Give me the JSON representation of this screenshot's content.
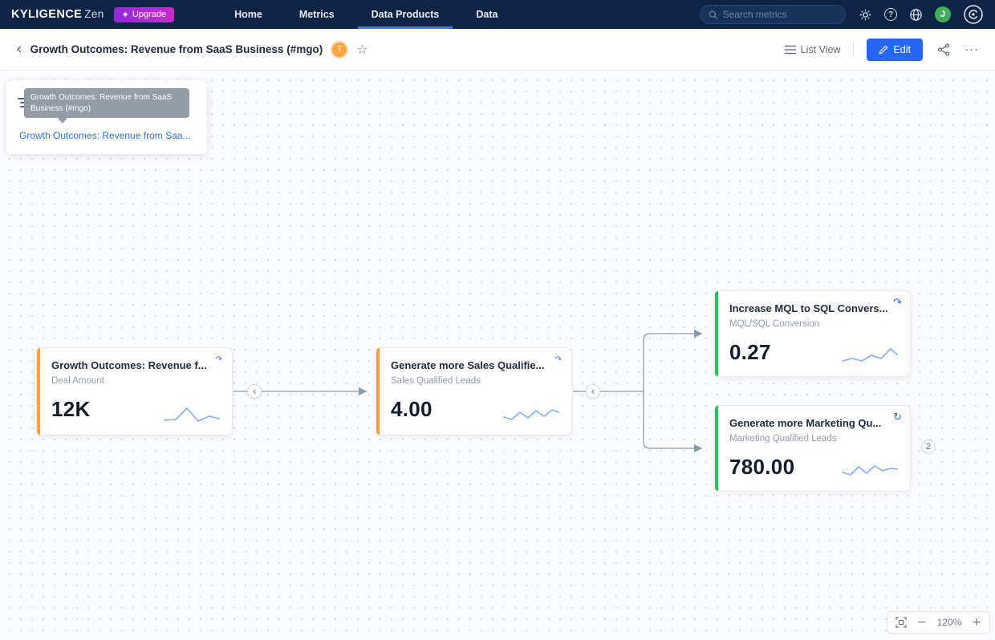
{
  "navbar": {
    "brand": "KYLIGENCE",
    "brand_suffix": "Zen",
    "upgrade_icon": "✦",
    "upgrade_label": "Upgrade",
    "items": [
      {
        "label": "Home"
      },
      {
        "label": "Metrics"
      },
      {
        "label": "Data Products"
      },
      {
        "label": "Data"
      }
    ],
    "search_placeholder": "Search metrics",
    "avatar_initial": "J"
  },
  "header": {
    "back_glyph": "‹",
    "title": "Growth Outcomes: Revenue from SaaS Business (#mgo)",
    "badge_initial": "T",
    "star_glyph": "☆",
    "list_view_label": "List View",
    "edit_label": "Edit",
    "more_glyph": "···"
  },
  "tree_panel": {
    "tooltip": "Growth Outcomes: Revenue from SaaS Business (#mgo)",
    "selected_link": "Growth Outcomes: Revenue from Saa..."
  },
  "canvas": {
    "collapse_glyph": "‹",
    "count_badge": "2",
    "nodes": [
      {
        "title": "Growth Outcomes: Revenue f...",
        "subtitle": "Deal Amount",
        "value": "12K",
        "accent": "#ffa03c",
        "mark_glyph": "↷"
      },
      {
        "title": "Generate more Sales Qualifie...",
        "subtitle": "Sales Qualified Leads",
        "value": "4.00",
        "accent": "#ffa03c",
        "mark_glyph": "↷"
      },
      {
        "title": "Increase MQL to SQL Convers...",
        "subtitle": "MQL/SQL Conversion",
        "value": "0.27",
        "accent": "#2ec05a",
        "mark_glyph": "↷"
      },
      {
        "title": "Generate more Marketing Qu...",
        "subtitle": "Marketing Qualified Leads",
        "value": "780.00",
        "accent": "#2ec05a",
        "mark_glyph": "↻"
      }
    ]
  },
  "zoom": {
    "minus_glyph": "−",
    "level": "120%",
    "plus_glyph": "+"
  },
  "colors": {
    "navbar_bg": "#0d2444",
    "active_tab": "#2f7cf6",
    "edit_button": "#2567f0",
    "accent_orange": "#ffa03c",
    "accent_green": "#2ec05a",
    "sparkline_blue": "#86aef2"
  }
}
